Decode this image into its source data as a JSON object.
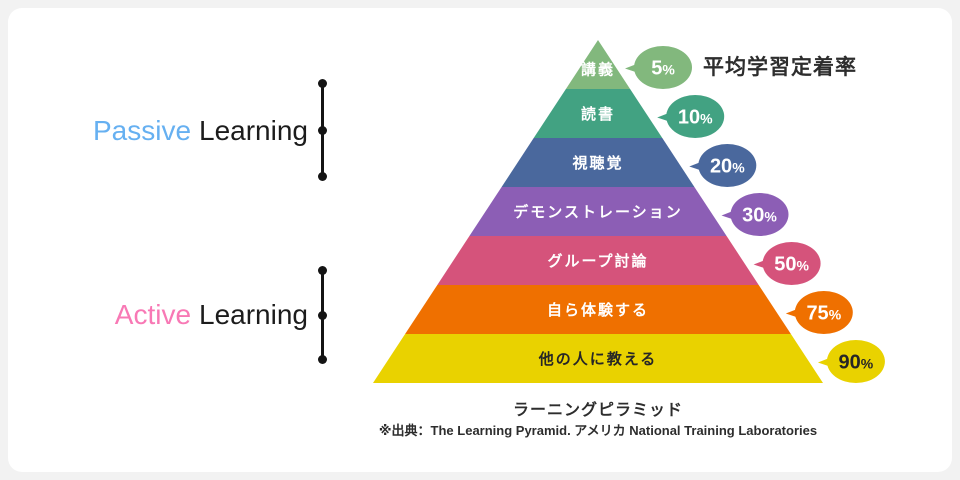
{
  "title": "平均学習定着率",
  "side_labels": [
    {
      "accent": "Passive",
      "rest": "Learning",
      "accent_color": "#66b0f1"
    },
    {
      "accent": "Active",
      "rest": "Learning",
      "accent_color": "#f879b5"
    }
  ],
  "pyramid": {
    "layers": [
      {
        "label": "講義",
        "retention": "5%",
        "color": "#82b87d",
        "text_color": "#ffffff"
      },
      {
        "label": "読書",
        "retention": "10%",
        "color": "#42a282",
        "text_color": "#ffffff"
      },
      {
        "label": "視聴覚",
        "retention": "20%",
        "color": "#4a689d",
        "text_color": "#ffffff"
      },
      {
        "label": "デモンストレーション",
        "retention": "30%",
        "color": "#8c5eb5",
        "text_color": "#ffffff"
      },
      {
        "label": "グループ討論",
        "retention": "50%",
        "color": "#d5537b",
        "text_color": "#ffffff"
      },
      {
        "label": "自ら体験する",
        "retention": "75%",
        "color": "#ef7000",
        "text_color": "#ffffff"
      },
      {
        "label": "他の人に教える",
        "retention": "90%",
        "color": "#e9d200",
        "text_color": "#262626"
      }
    ],
    "caption": "ラーニングピラミッド",
    "source": "※出典：The Learning Pyramid. アメリカ National Training Laboratories"
  },
  "chart_data": {
    "type": "pyramid",
    "categories": [
      "講義",
      "読書",
      "視聴覚",
      "デモンストレーション",
      "グループ討論",
      "自ら体験する",
      "他の人に教える"
    ],
    "values": [
      5,
      10,
      20,
      30,
      50,
      75,
      90
    ],
    "title": "平均学習定着率"
  }
}
